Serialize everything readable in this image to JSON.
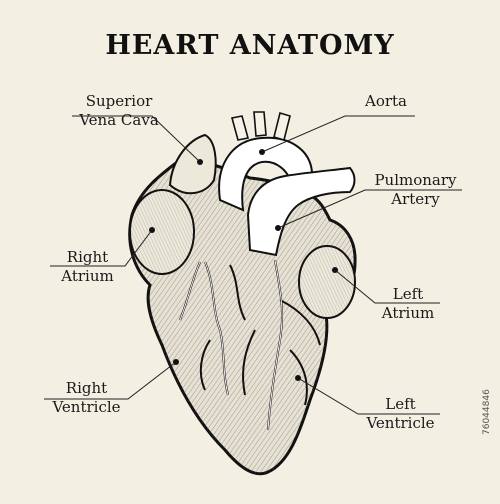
{
  "title": "HEART ANATOMY",
  "labels": {
    "superior_vena_cava": [
      "Superior",
      "Vena Cava"
    ],
    "aorta": [
      "Aorta"
    ],
    "pulmonary_artery": [
      "Pulmonary",
      "Artery"
    ],
    "right_atrium": [
      "Right",
      "Atrium"
    ],
    "left_atrium": [
      "Left",
      "Atrium"
    ],
    "right_ventricle": [
      "Right",
      "Ventricle"
    ],
    "left_ventricle": [
      "Left",
      "Ventricle"
    ]
  },
  "stock_id": "76044846",
  "colors": {
    "background": "#f3efe2",
    "ink": "#1a1a1a",
    "heart_fill": "#e6e1d2",
    "vessel": "#ffffff"
  }
}
